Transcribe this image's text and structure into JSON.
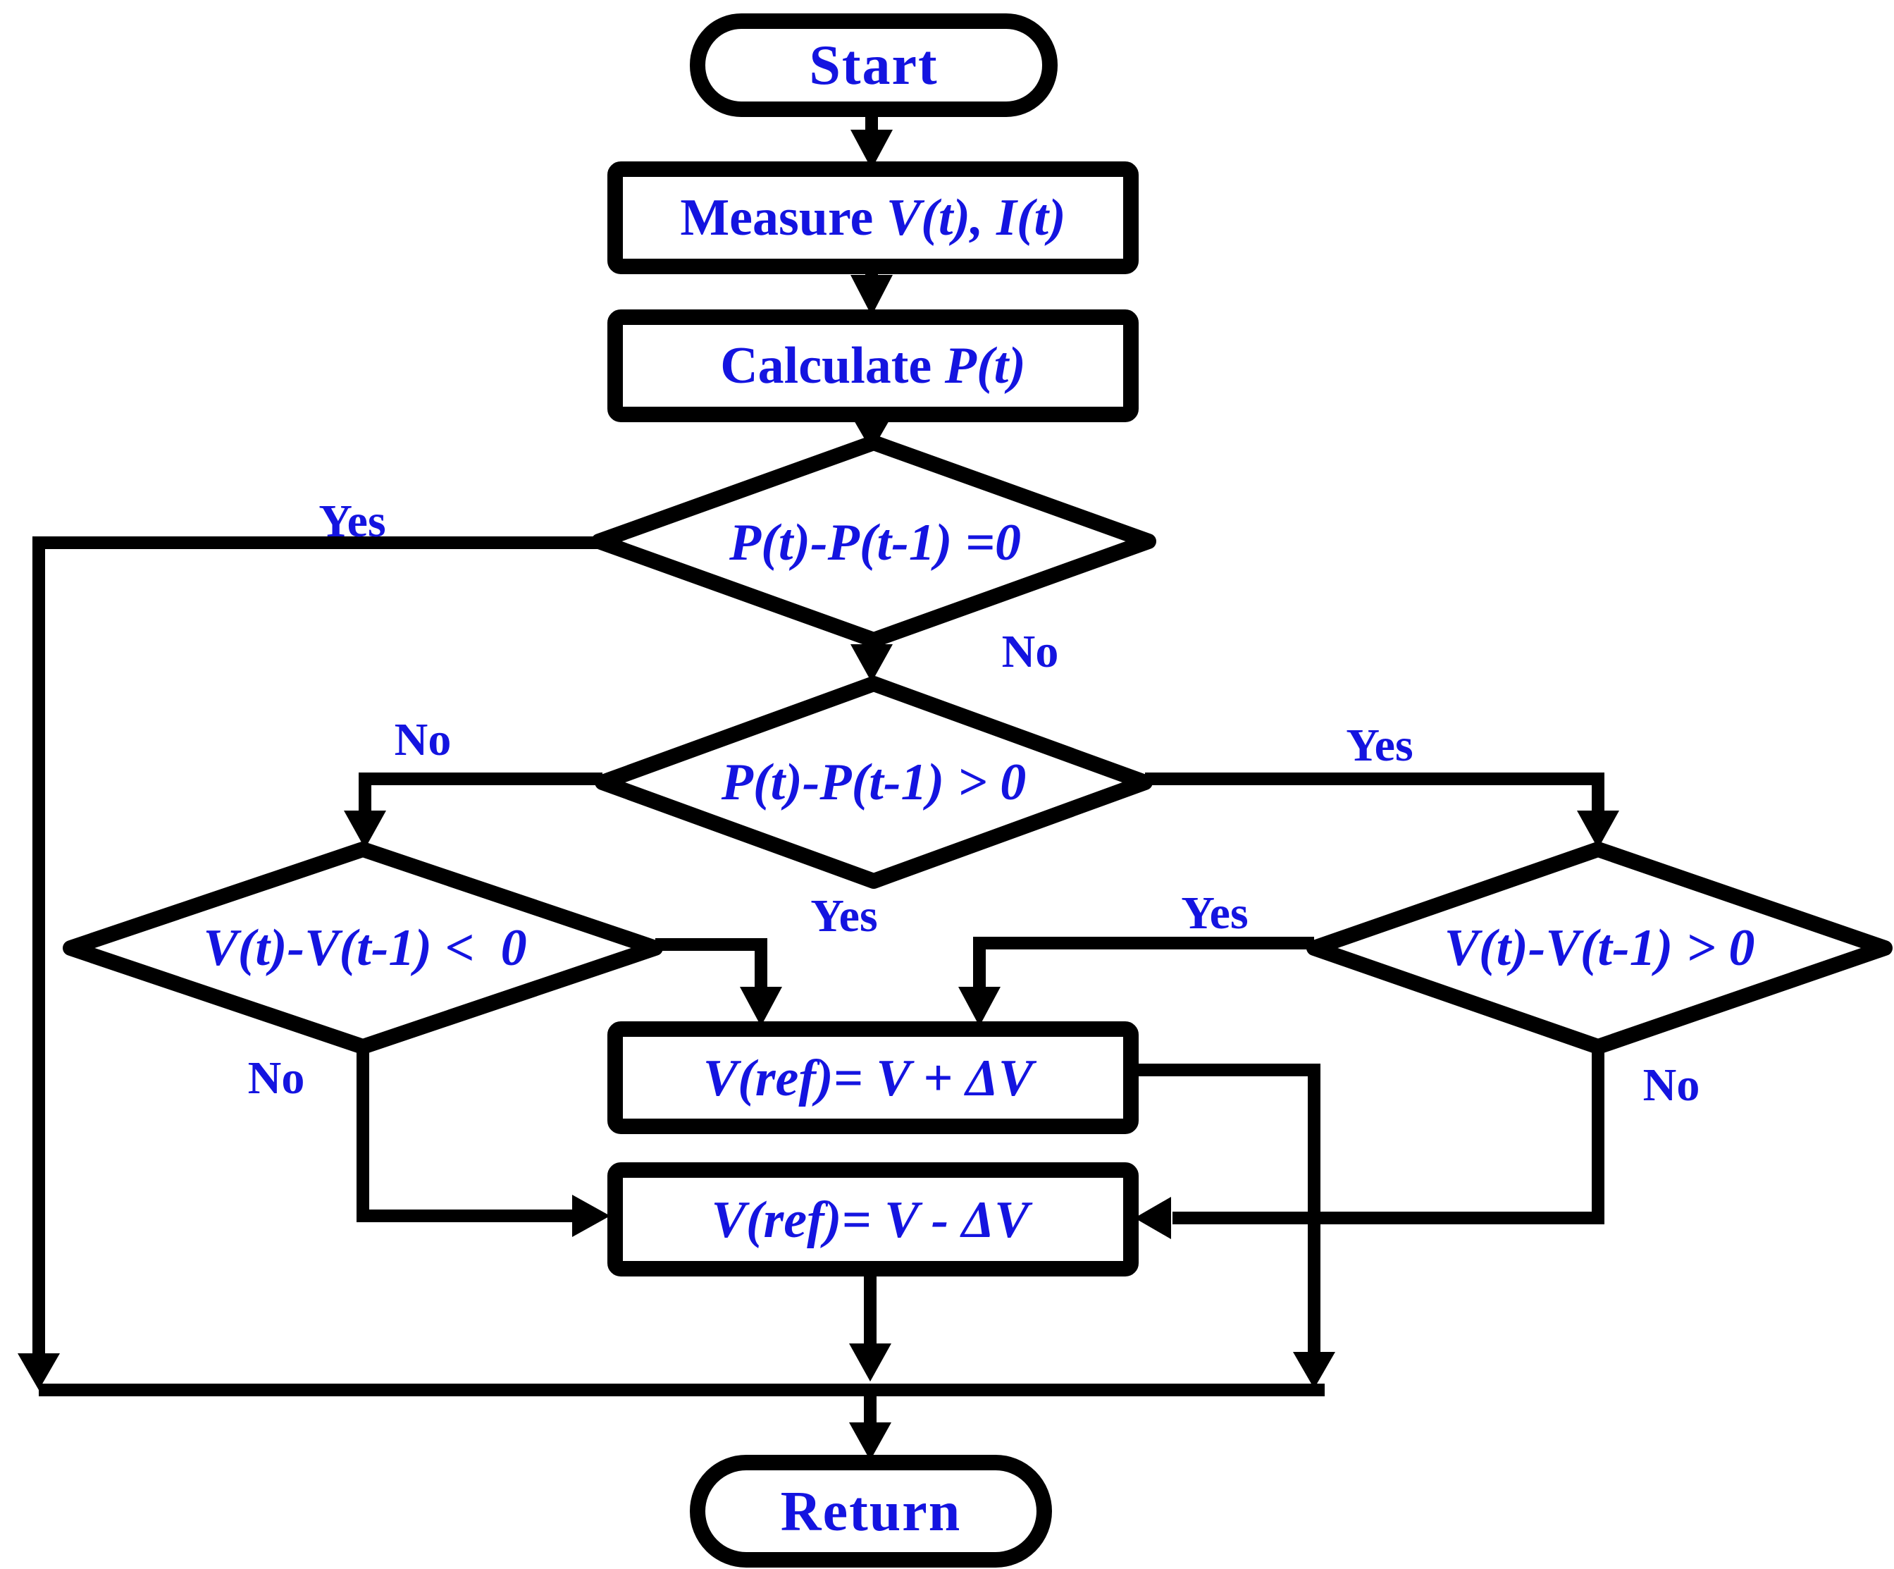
{
  "colors": {
    "text": "#1414e0",
    "shape": "#000000",
    "background": "#ffffff"
  },
  "nodes": {
    "start": {
      "label": "Start"
    },
    "measure": {
      "prefix": "Measure ",
      "math": "V(t), I(t)"
    },
    "calculate": {
      "prefix": "Calculate ",
      "math": "P(t)"
    },
    "decision_power_equal": {
      "label": "P(t)-P(t-1) =0"
    },
    "decision_power_positive": {
      "label": "P(t)-P(t-1) > 0"
    },
    "decision_voltage_negative": {
      "label": "V(t)-V(t-1) <  0"
    },
    "decision_voltage_positive": {
      "label": "V(t)-V(t-1) > 0"
    },
    "increase_vref": {
      "label": "V(ref)= V + ΔV"
    },
    "decrease_vref": {
      "label": "V(ref)= V - ΔV"
    },
    "return": {
      "label": "Return"
    }
  },
  "edge_labels": {
    "power_equal_yes": "Yes",
    "power_equal_no": "No",
    "power_positive_no": "No",
    "power_positive_yes": "Yes",
    "voltage_negative_yes": "Yes",
    "voltage_positive_yes": "Yes",
    "voltage_negative_no": "No",
    "voltage_positive_no": "No"
  }
}
